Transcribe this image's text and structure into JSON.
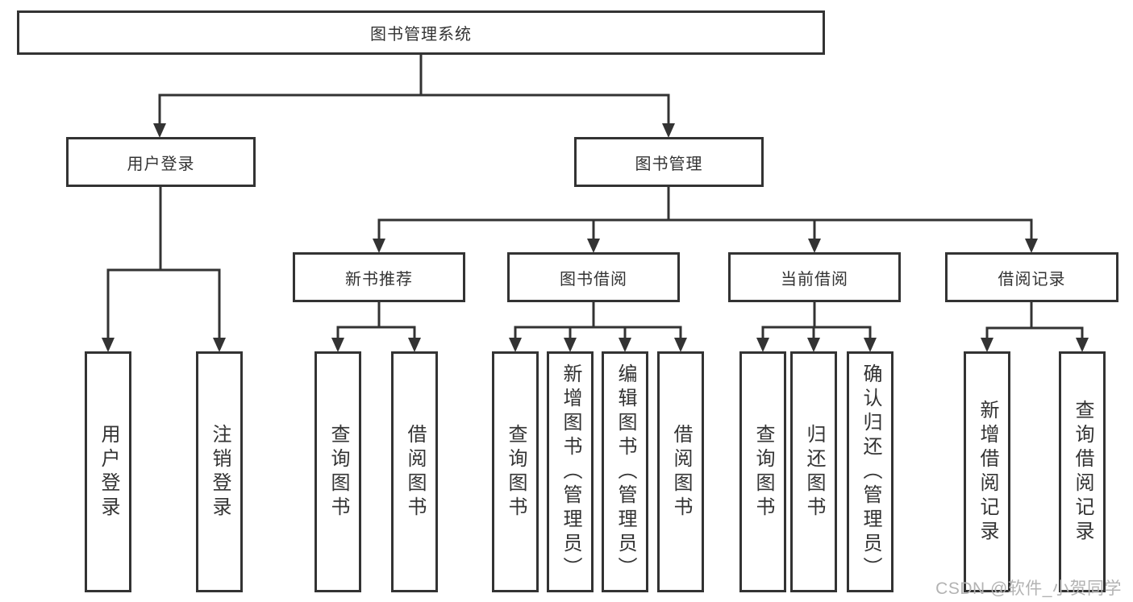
{
  "colors": {
    "line": "#333333",
    "text": "#333333",
    "background": "#ffffff",
    "watermark": "#b3b3b3"
  },
  "watermark": {
    "text": "CSDN @软件_小贺同学"
  },
  "tree": {
    "root": {
      "label": "图书管理系统"
    },
    "branches": [
      {
        "label": "用户登录",
        "children": [
          {
            "label": "用户登录"
          },
          {
            "label": "注销登录"
          }
        ]
      },
      {
        "label": "图书管理",
        "children": [
          {
            "label": "新书推荐",
            "children": [
              {
                "label": "查询图书"
              },
              {
                "label": "借阅图书"
              }
            ]
          },
          {
            "label": "图书借阅",
            "children": [
              {
                "label": "查询图书"
              },
              {
                "label": "新增图书（管理员）"
              },
              {
                "label": "编辑图书（管理员）"
              },
              {
                "label": "借阅图书"
              }
            ]
          },
          {
            "label": "当前借阅",
            "children": [
              {
                "label": "查询图书"
              },
              {
                "label": "归还图书"
              },
              {
                "label": "确认归还（管理员）"
              }
            ]
          },
          {
            "label": "借阅记录",
            "children": [
              {
                "label": "新增借阅记录"
              },
              {
                "label": "查询借阅记录"
              }
            ]
          }
        ]
      }
    ]
  }
}
